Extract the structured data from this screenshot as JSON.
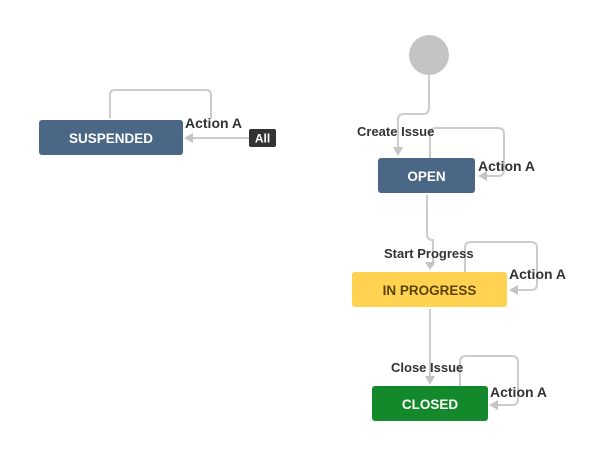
{
  "statuses": {
    "suspended": {
      "label": "SUSPENDED",
      "color": "#4a6785"
    },
    "open": {
      "label": "OPEN",
      "color": "#4a6785"
    },
    "in_progress": {
      "label": "IN PROGRESS",
      "color": "#ffd351"
    },
    "closed": {
      "label": "CLOSED",
      "color": "#14892c"
    }
  },
  "transitions": {
    "create_issue": "Create Issue",
    "start_progress": "Start Progress",
    "close_issue": "Close Issue",
    "action_a_suspended": "Action A",
    "action_a_open": "Action A",
    "action_a_in_progress": "Action A",
    "action_a_closed": "Action A"
  },
  "all_badge": "All",
  "colors": {
    "line": "#cccccc",
    "start_node": "#c4c4c4",
    "all_badge_bg": "#333333"
  }
}
